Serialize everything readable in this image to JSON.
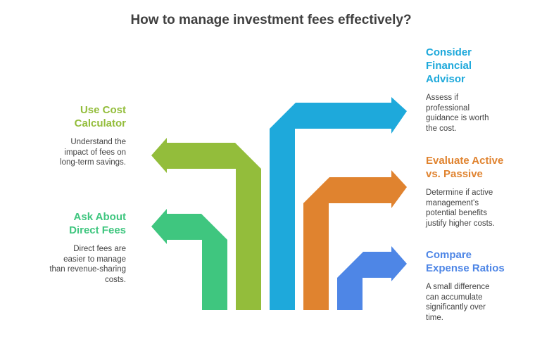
{
  "title": "How to manage investment fees effectively?",
  "colors": {
    "ask_direct_fees": "#3fc67f",
    "cost_calculator": "#93bd3b",
    "financial_advisor": "#1ea9db",
    "active_passive": "#e0832f",
    "expense_ratios": "#4e86e6"
  },
  "items": {
    "cost_calculator": {
      "heading": "Use Cost Calculator",
      "description": "Understand the impact of fees on long-term savings."
    },
    "ask_direct_fees": {
      "heading": "Ask About Direct Fees",
      "description": "Direct fees are easier to manage than revenue-sharing costs."
    },
    "financial_advisor": {
      "heading": "Consider Financial Advisor",
      "description": "Assess if professional guidance is worth the cost."
    },
    "active_passive": {
      "heading": "Evaluate Active vs. Passive",
      "description": "Determine if active management's potential benefits justify higher costs."
    },
    "expense_ratios": {
      "heading": "Compare Expense Ratios",
      "description": "A small difference can accumulate significantly over time."
    }
  }
}
